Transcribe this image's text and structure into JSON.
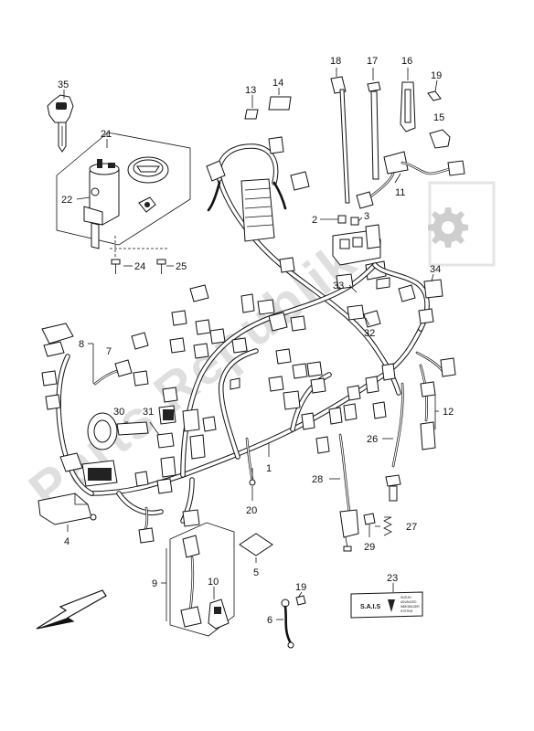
{
  "callouts": [
    {
      "id": "c35",
      "text": "35"
    },
    {
      "id": "c21",
      "text": "21"
    },
    {
      "id": "c22",
      "text": "22"
    },
    {
      "id": "c24",
      "text": "24"
    },
    {
      "id": "c25",
      "text": "25"
    },
    {
      "id": "c13",
      "text": "13"
    },
    {
      "id": "c14",
      "text": "14"
    },
    {
      "id": "c18",
      "text": "18"
    },
    {
      "id": "c17",
      "text": "17"
    },
    {
      "id": "c16",
      "text": "16"
    },
    {
      "id": "c19a",
      "text": "19"
    },
    {
      "id": "c15",
      "text": "15"
    },
    {
      "id": "c11",
      "text": "11"
    },
    {
      "id": "c2",
      "text": "2"
    },
    {
      "id": "c3",
      "text": "3"
    },
    {
      "id": "c33",
      "text": "33"
    },
    {
      "id": "c34",
      "text": "34"
    },
    {
      "id": "c32",
      "text": "32"
    },
    {
      "id": "c8",
      "text": "8"
    },
    {
      "id": "c7",
      "text": "7"
    },
    {
      "id": "c30",
      "text": "30"
    },
    {
      "id": "c31",
      "text": "31"
    },
    {
      "id": "c12",
      "text": "12"
    },
    {
      "id": "c26",
      "text": "26"
    },
    {
      "id": "c1",
      "text": "1"
    },
    {
      "id": "c28",
      "text": "28"
    },
    {
      "id": "c20",
      "text": "20"
    },
    {
      "id": "c4",
      "text": "4"
    },
    {
      "id": "c27",
      "text": "27"
    },
    {
      "id": "c29",
      "text": "29"
    },
    {
      "id": "c5",
      "text": "5"
    },
    {
      "id": "c9",
      "text": "9"
    },
    {
      "id": "c10",
      "text": "10"
    },
    {
      "id": "c19b",
      "text": "19"
    },
    {
      "id": "c6",
      "text": "6"
    },
    {
      "id": "c23",
      "text": "23"
    }
  ],
  "sais_label": {
    "title": "S.A.I.S",
    "lines": [
      "SUZUKI",
      "ADVANCED",
      "IMMOBILIZER",
      "SYSTEM"
    ]
  },
  "watermark": "Parts Republik",
  "colors": {
    "ink": "#111111",
    "watermark": "#c9c9c9"
  },
  "icons": [
    "gear-icon",
    "direction-arrow-icon"
  ]
}
